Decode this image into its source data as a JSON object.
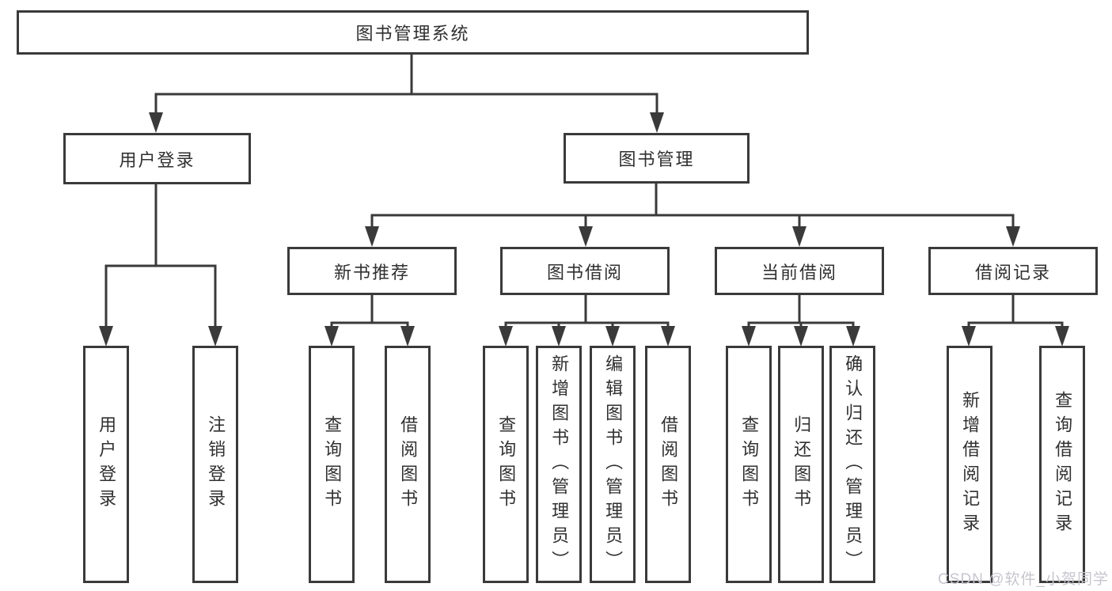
{
  "diagram": {
    "title": "图书管理系统",
    "branches": [
      {
        "label": "用户登录",
        "leaves": [
          "用户登录",
          "注销登录"
        ]
      },
      {
        "label": "图书管理",
        "sections": [
          {
            "label": "新书推荐",
            "leaves": [
              "查询图书",
              "借阅图书"
            ]
          },
          {
            "label": "图书借阅",
            "leaves": [
              "查询图书",
              "新增图书（管理员）",
              "编辑图书（管理员）",
              "借阅图书"
            ]
          },
          {
            "label": "当前借阅",
            "leaves": [
              "查询图书",
              "归还图书",
              "确认归还（管理员）"
            ]
          },
          {
            "label": "借阅记录",
            "leaves": [
              "新增借阅记录",
              "查询借阅记录"
            ]
          }
        ]
      }
    ]
  },
  "watermark": {
    "text": "CSDN @软件_小贺同学",
    "color": "#c6c6cf"
  },
  "colors": {
    "line": "#3a3a3a",
    "text": "#303030",
    "background": "#ffffff"
  }
}
